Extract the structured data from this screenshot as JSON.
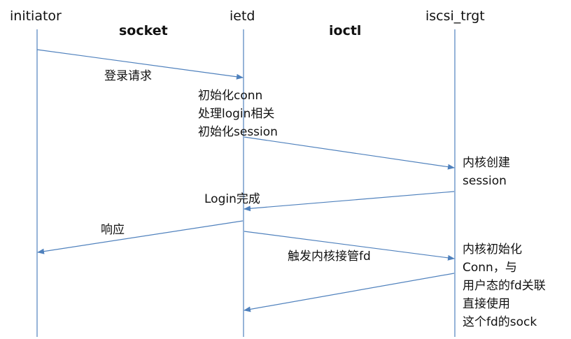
{
  "colors": {
    "line": "#4f81bd",
    "text": "#111111",
    "background": "#ffffff"
  },
  "participants": [
    "initiator",
    "ietd",
    "iscsi_trgt"
  ],
  "channels": [
    "socket",
    "ioctl"
  ],
  "messages": [
    "登录请求",
    "Login完成",
    "响应",
    "触发内核接管fd"
  ],
  "notes": {
    "ietd_init": [
      "初始化conn",
      "处理login相关",
      "初始化session"
    ],
    "kernel_session": [
      "内核创建",
      "session"
    ],
    "kernel_conn": [
      "内核初始化",
      "Conn，与",
      "用户态的fd关联",
      "直接使用",
      "这个fd的sock"
    ]
  }
}
